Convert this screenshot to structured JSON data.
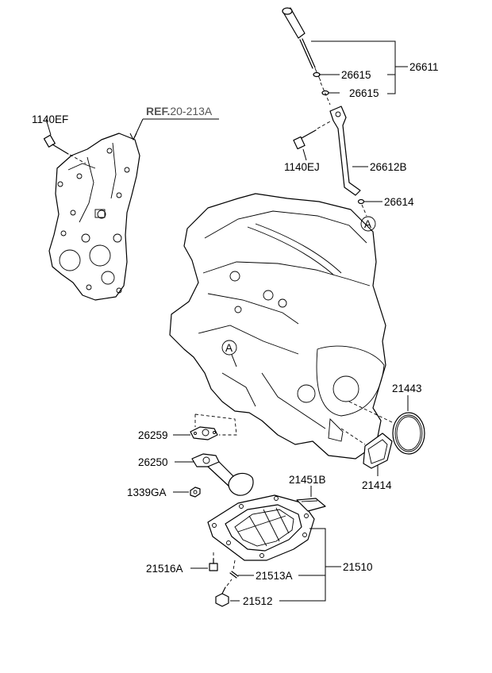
{
  "ref_label": {
    "bold": "REF.",
    "rest": "20-213A"
  },
  "callouts": {
    "c_26611": "26611",
    "c_26615a": "26615",
    "c_26615b": "26615",
    "c_26612b": "26612B",
    "c_1140ej": "1140EJ",
    "c_26614": "26614",
    "c_1140ef": "1140EF",
    "c_21443": "21443",
    "c_26259": "26259",
    "c_26250": "26250",
    "c_21414": "21414",
    "c_21451b": "21451B",
    "c_1339ga": "1339GA",
    "c_21516a": "21516A",
    "c_21513a": "21513A",
    "c_21510": "21510",
    "c_21512": "21512"
  },
  "markers": {
    "a1": "A",
    "a2": "A"
  }
}
